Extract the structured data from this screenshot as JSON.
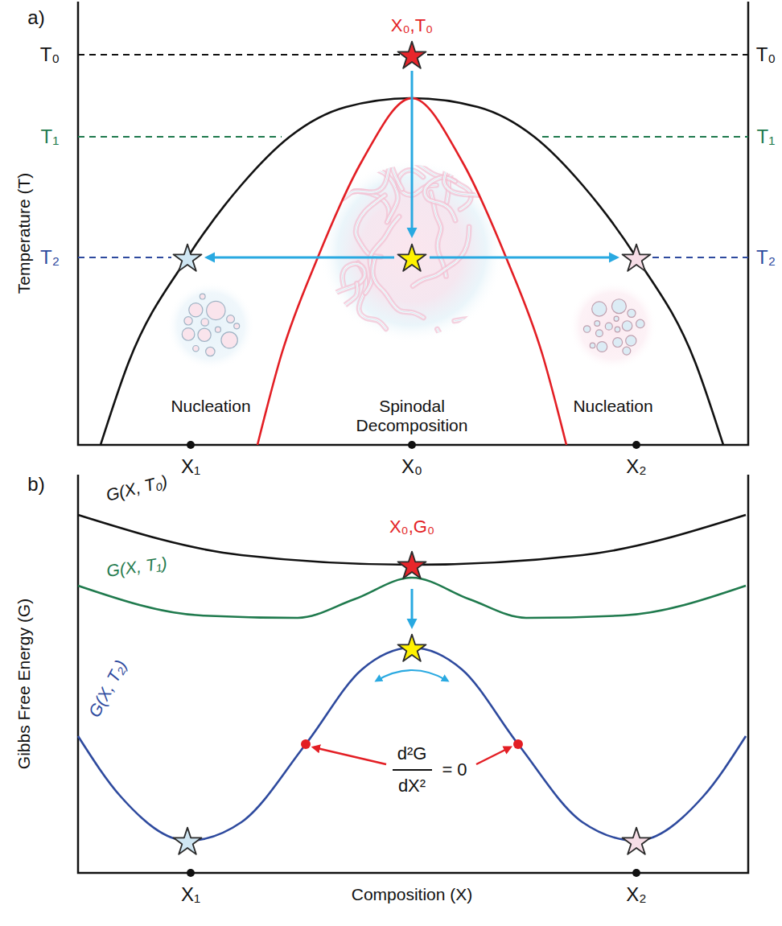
{
  "diagram": {
    "labels": [
      "a)",
      "X₀,T₀",
      "T₀",
      "T₀",
      "T₁",
      "T₁",
      "T₂",
      "T₂",
      "Temperature (T)",
      "Nucleation",
      "Spinodal Decomposition",
      "Nucleation",
      "X₁",
      "X₀",
      "X₂",
      "b)",
      "G(X, T₀)",
      "X₀,G₀",
      "G(X, T₁)",
      "G(X, T₂)",
      "d²G",
      "dX²",
      "= 0",
      "Gibbs Free Energy (G)",
      "X₁",
      "Composition (X)",
      "X₂"
    ]
  }
}
